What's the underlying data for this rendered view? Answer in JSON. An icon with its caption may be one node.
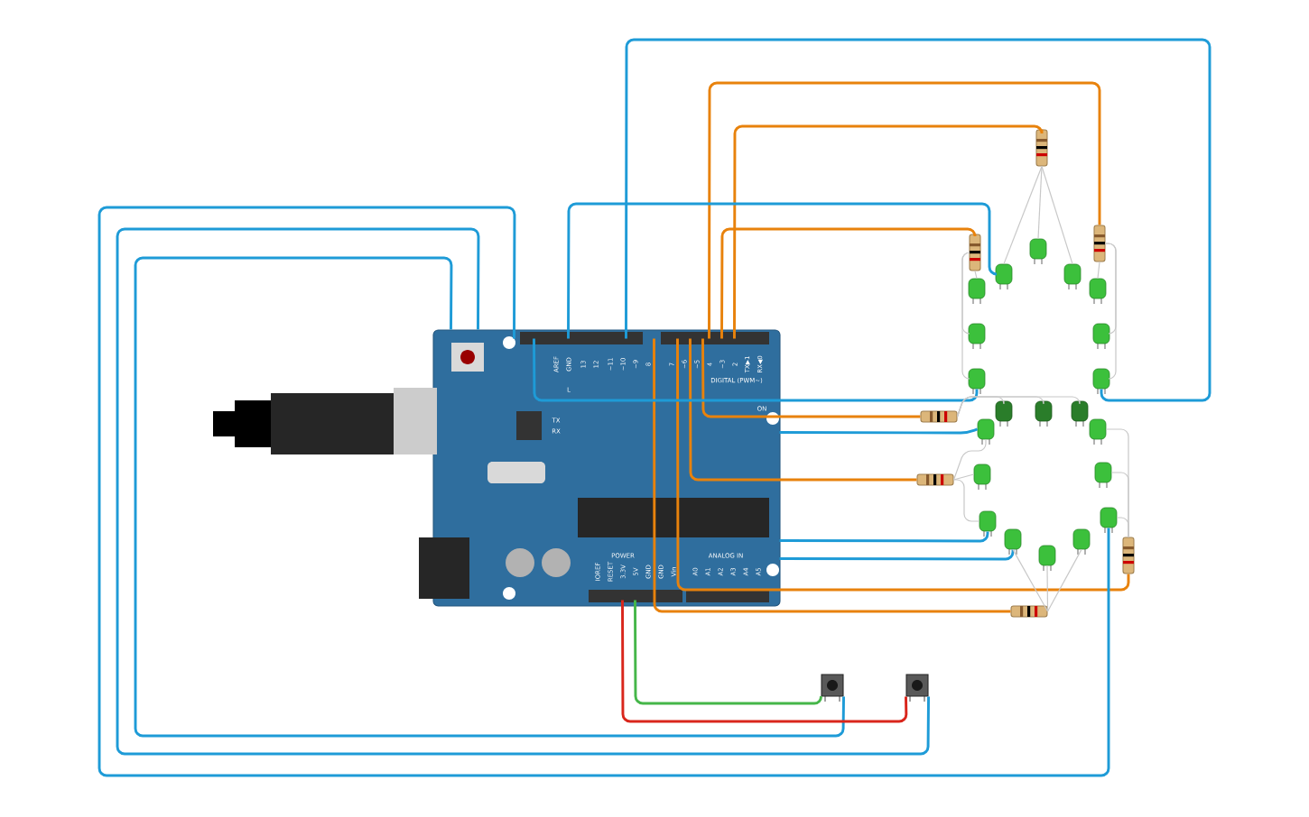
{
  "diagram": {
    "nodes": [
      {
        "text": [],
        "shape": "picture"
      },
      {
        "text": [],
        "shape": "resistor"
      },
      {
        "text": [],
        "shape": "resistor"
      },
      {
        "text": [],
        "shape": "resistor"
      },
      {
        "text": [],
        "shape": "resistor"
      },
      {
        "text": [],
        "shape": "resistor"
      },
      {
        "text": [],
        "shape": "resistor"
      },
      {
        "text": [],
        "shape": "resistor"
      },
      {
        "text": [],
        "shape": "led"
      },
      {
        "text": [],
        "shape": "led"
      },
      {
        "text": [],
        "shape": "led"
      },
      {
        "text": [],
        "shape": "led"
      },
      {
        "text": [],
        "shape": "led"
      },
      {
        "text": [],
        "shape": "led"
      },
      {
        "text": [],
        "shape": "led"
      },
      {
        "text": [],
        "shape": "led"
      },
      {
        "text": [],
        "shape": "led"
      },
      {
        "text": [],
        "shape": "led"
      },
      {
        "text": [],
        "shape": "led"
      },
      {
        "text": [],
        "shape": "led"
      },
      {
        "text": [],
        "shape": "led"
      },
      {
        "text": [],
        "shape": "led"
      },
      {
        "text": [],
        "shape": "led"
      },
      {
        "text": [],
        "shape": "led"
      },
      {
        "text": [],
        "shape": "led"
      },
      {
        "text": [],
        "shape": "led"
      },
      {
        "text": [],
        "shape": "led"
      },
      {
        "text": [],
        "shape": "led"
      },
      {
        "text": [],
        "shape": "led"
      },
      {
        "text": [],
        "shape": "button"
      },
      {
        "text": [],
        "shape": "button"
      }
    ],
    "edges": [
      {
        "from": 0,
        "to": 3,
        "arrow": "none",
        "color": "#e8820c"
      },
      {
        "from": 0,
        "to": 1,
        "arrow": "none",
        "color": "#e8820c"
      },
      {
        "from": 0,
        "to": 2,
        "arrow": "none",
        "color": "#e8820c"
      },
      {
        "from": 0,
        "to": 4,
        "arrow": "none",
        "color": "#e8820c"
      },
      {
        "from": 0,
        "to": 5,
        "arrow": "none",
        "color": "#e8820c"
      },
      {
        "from": 0,
        "to": 6,
        "arrow": "none",
        "color": "#e8820c"
      },
      {
        "from": 0,
        "to": 7,
        "arrow": "none",
        "color": "#e8820c"
      },
      {
        "from": 0,
        "to": 8,
        "arrow": "none",
        "color": "#1e9bd7"
      },
      {
        "from": 0,
        "to": 16,
        "arrow": "none",
        "color": "#1e9bd7"
      },
      {
        "from": 0,
        "to": 13,
        "arrow": "none",
        "color": "#1e9bd7"
      },
      {
        "from": 0,
        "to": 20,
        "arrow": "none",
        "color": "#1e9bd7"
      },
      {
        "from": 0,
        "to": 22,
        "arrow": "none",
        "color": "#1e9bd7"
      },
      {
        "from": 0,
        "to": 26,
        "arrow": "none",
        "color": "#1e9bd7"
      },
      {
        "from": 0,
        "to": 25,
        "arrow": "none",
        "color": "#1e9bd7"
      },
      {
        "from": 29,
        "to": 0,
        "arrow": "none",
        "color": "#1e9bd7"
      },
      {
        "from": 30,
        "to": 0,
        "arrow": "none",
        "color": "#1e9bd7"
      },
      {
        "from": 0,
        "to": 30,
        "arrow": "none",
        "color": "#d9261c"
      },
      {
        "from": 0,
        "to": 29,
        "arrow": "none",
        "color": "#45b649"
      },
      {
        "from": 1,
        "to": 8,
        "arrow": "none"
      },
      {
        "from": 1,
        "to": 9,
        "arrow": "none"
      },
      {
        "from": 1,
        "to": 10,
        "arrow": "none"
      },
      {
        "from": 2,
        "to": 11,
        "arrow": "none"
      },
      {
        "from": 2,
        "to": 12,
        "arrow": "none"
      },
      {
        "from": 2,
        "to": 13,
        "arrow": "none"
      },
      {
        "from": 3,
        "to": 14,
        "arrow": "none"
      },
      {
        "from": 3,
        "to": 15,
        "arrow": "none"
      },
      {
        "from": 3,
        "to": 16,
        "arrow": "none"
      },
      {
        "from": 4,
        "to": 17,
        "arrow": "none"
      },
      {
        "from": 4,
        "to": 18,
        "arrow": "none"
      },
      {
        "from": 4,
        "to": 19,
        "arrow": "none"
      },
      {
        "from": 5,
        "to": 20,
        "arrow": "none"
      },
      {
        "from": 5,
        "to": 21,
        "arrow": "none"
      },
      {
        "from": 5,
        "to": 22,
        "arrow": "none"
      },
      {
        "from": 6,
        "to": 23,
        "arrow": "none"
      },
      {
        "from": 6,
        "to": 24,
        "arrow": "none"
      },
      {
        "from": 6,
        "to": 25,
        "arrow": "none"
      },
      {
        "from": 7,
        "to": 26,
        "arrow": "none"
      },
      {
        "from": 7,
        "to": 27,
        "arrow": "none"
      },
      {
        "from": 7,
        "to": 28,
        "arrow": "none"
      }
    ],
    "labels": [
      "AREF",
      "GND",
      "13",
      "12",
      "~11",
      "~10",
      "~9",
      "8",
      "7",
      "~6",
      "~5",
      "4",
      "~3",
      "2",
      "TX▶1",
      "RX◀0",
      "DIGITAL (PWM~)",
      "L",
      "TX",
      "RX",
      "ON",
      "POWER",
      "ANALOG IN",
      "IOREF",
      "RESET",
      "3.3V",
      "5V",
      "GND",
      "GND",
      "Vin",
      "A0",
      "A1",
      "A2",
      "A3",
      "A4",
      "A5"
    ]
  }
}
